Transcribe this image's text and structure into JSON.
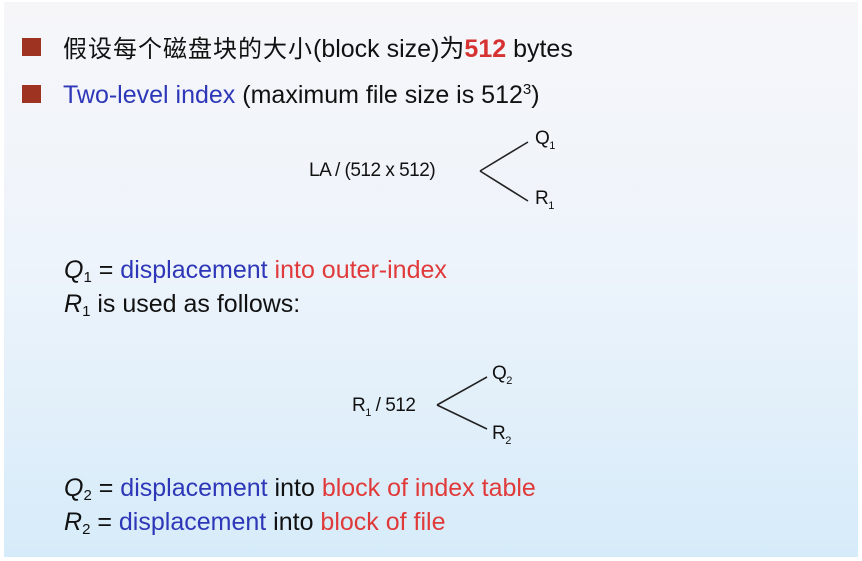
{
  "bullets": [
    {
      "text_cjk": "假设每个磁盘块的大小",
      "text_pre": "(block size)为",
      "highlight": "512",
      "text_post": " bytes"
    },
    {
      "text_blue": "Two-level index",
      "text_pre": " (maximum file size is 512",
      "sup": "3",
      "text_post": ")"
    }
  ],
  "diagram1": {
    "expression": "LA / (512 x 512)",
    "top_label": "Q",
    "top_sub": "1",
    "bottom_label": "R",
    "bottom_sub": "1"
  },
  "line_q1": {
    "var": "Q",
    "sub": "1",
    "eq": " = ",
    "blue": "displacement",
    "red": " into outer-index"
  },
  "line_r1": {
    "var": "R",
    "sub": "1",
    "text": " is used as follows:"
  },
  "diagram2": {
    "expr_var": "R",
    "expr_sub": "1",
    "expr_rest": " / 512",
    "top_label": "Q",
    "top_sub": "2",
    "bottom_label": "R",
    "bottom_sub": "2"
  },
  "line_q2": {
    "var": "Q",
    "sub": "2",
    "eq": " = ",
    "blue": "displacement",
    "black": " into ",
    "red": "block of index table"
  },
  "line_r2": {
    "var": "R",
    "sub": "2",
    "eq": " = ",
    "blue": "displacement",
    "black": " into ",
    "red": "block of file"
  },
  "colors": {
    "bullet": "#9e3322",
    "blue": "#2d37b8",
    "red": "#e03a3a",
    "highlight_red": "#d63232",
    "bg_top": "#f6f6f9",
    "bg_bottom": "#d6ebf9"
  }
}
